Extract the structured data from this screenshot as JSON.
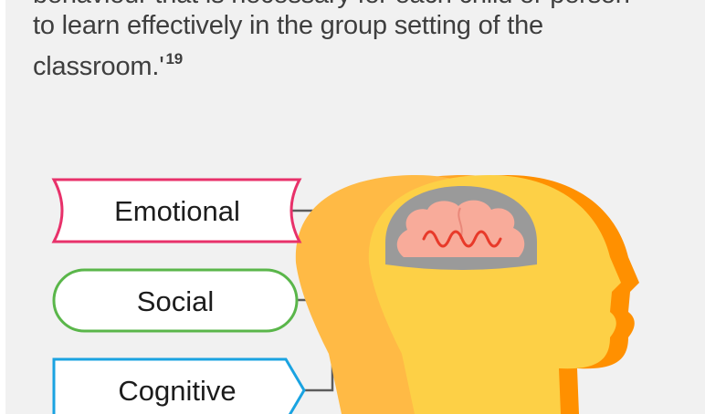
{
  "quote": {
    "line_0": "behaviour that is necessary for each child or person",
    "line_1": "to learn effectively in the group setting of the",
    "line_2": "classroom.'",
    "reference": "19"
  },
  "domains": [
    {
      "label": "Emotional",
      "color": "#e8316a"
    },
    {
      "label": "Social",
      "color": "#5ab64a"
    },
    {
      "label": "Cognitive",
      "color": "#1aa3e1"
    }
  ],
  "connector_color": "#5c5c5c",
  "head_colors": [
    "#ff9000",
    "#ffa526",
    "#ffba45",
    "#fdd046"
  ],
  "brain": {
    "outline": "#9a9a9a",
    "fill": "#f8ab9a",
    "wave": "#e83a2a"
  }
}
